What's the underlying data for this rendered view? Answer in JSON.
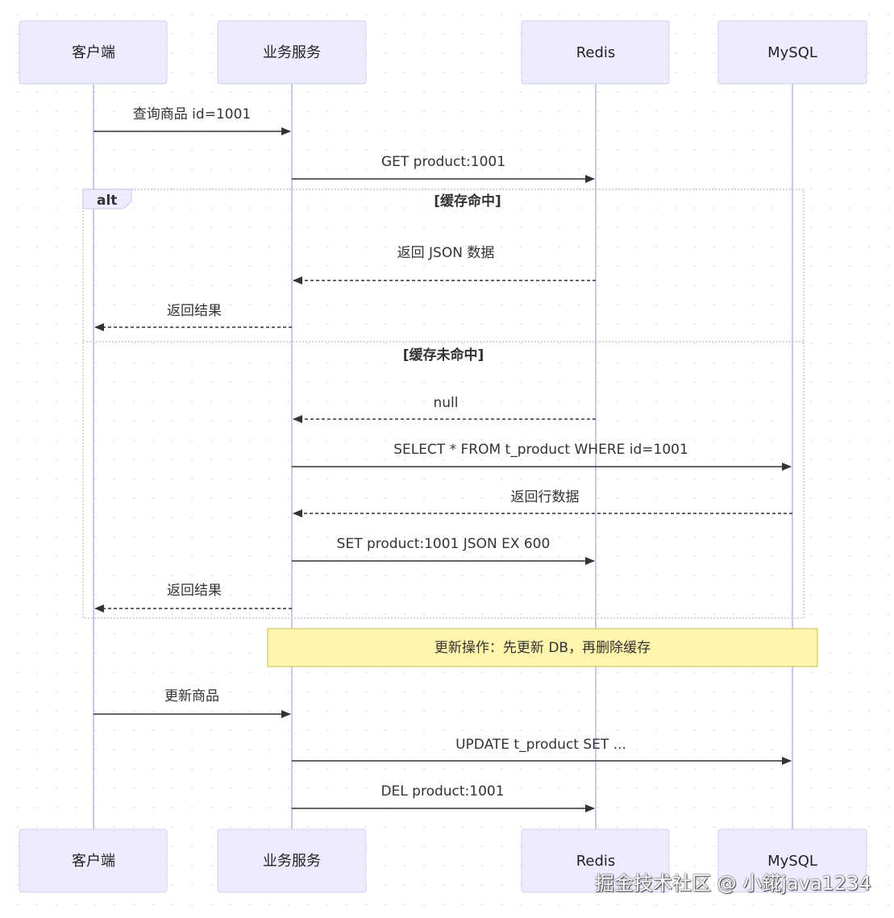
{
  "participants": [
    {
      "id": "client",
      "label": "客户端"
    },
    {
      "id": "service",
      "label": "业务服务"
    },
    {
      "id": "redis",
      "label": "Redis"
    },
    {
      "id": "mysql",
      "label": "MySQL"
    }
  ],
  "messages": [
    {
      "id": "m1",
      "from": "client",
      "to": "service",
      "label": "查询商品 id=1001",
      "style": "solid"
    },
    {
      "id": "m2",
      "from": "service",
      "to": "redis",
      "label": "GET product:1001",
      "style": "solid"
    },
    {
      "id": "m3",
      "from": "redis",
      "to": "service",
      "label": "返回 JSON 数据",
      "style": "dashed"
    },
    {
      "id": "m4",
      "from": "service",
      "to": "client",
      "label": "返回结果",
      "style": "dashed"
    },
    {
      "id": "m5",
      "from": "redis",
      "to": "service",
      "label": "null",
      "style": "dashed"
    },
    {
      "id": "m6",
      "from": "service",
      "to": "mysql",
      "label": "SELECT * FROM t_product WHERE id=1001",
      "style": "solid"
    },
    {
      "id": "m7",
      "from": "mysql",
      "to": "service",
      "label": "返回行数据",
      "style": "dashed"
    },
    {
      "id": "m8",
      "from": "service",
      "to": "redis",
      "label": "SET product:1001 JSON EX 600",
      "style": "solid"
    },
    {
      "id": "m9",
      "from": "service",
      "to": "client",
      "label": "返回结果",
      "style": "dashed"
    },
    {
      "id": "m10",
      "from": "client",
      "to": "service",
      "label": "更新商品",
      "style": "solid"
    },
    {
      "id": "m11",
      "from": "service",
      "to": "mysql",
      "label": "UPDATE t_product SET ...",
      "style": "solid"
    },
    {
      "id": "m12",
      "from": "service",
      "to": "redis",
      "label": "DEL product:1001",
      "style": "solid"
    }
  ],
  "alt_frame": {
    "label": "alt",
    "condition_1": "[缓存命中]",
    "condition_2": "[缓存未命中]"
  },
  "note": {
    "text": "更新操作：先更新 DB，再删除缓存"
  },
  "watermark": "掘金技术社区 @ 小錵java1234",
  "colors": {
    "actor_fill": "#ececfe",
    "note_fill": "#fff5ad",
    "lifeline": "#c9c9ea"
  }
}
